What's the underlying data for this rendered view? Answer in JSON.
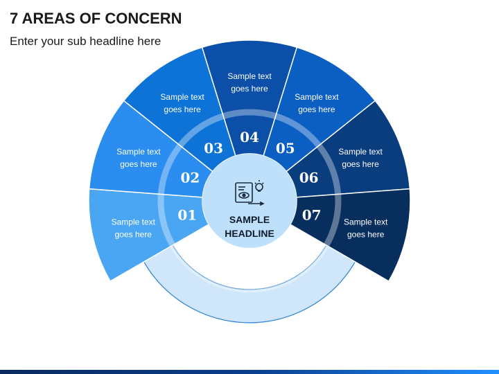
{
  "header": {
    "title": "7 AREAS OF CONCERN",
    "subtitle": "Enter your sub headline here"
  },
  "center": {
    "line1": "SAMPLE",
    "line2": "HEADLINE",
    "icon": "document-eye-lightbulb-icon"
  },
  "segments": [
    {
      "number": "01",
      "line1": "Sample text",
      "line2": "goes here",
      "color": "#4aa6f2"
    },
    {
      "number": "02",
      "line1": "Sample text",
      "line2": "goes here",
      "color": "#2b8df0"
    },
    {
      "number": "03",
      "line1": "Sample text",
      "line2": "goes here",
      "color": "#0e73d6"
    },
    {
      "number": "04",
      "line1": "Sample text",
      "line2": "goes here",
      "color": "#0b4fa8"
    },
    {
      "number": "05",
      "line1": "Sample text",
      "line2": "goes here",
      "color": "#0b5ec2"
    },
    {
      "number": "06",
      "line1": "Sample text",
      "line2": "goes here",
      "color": "#0a3d7e"
    },
    {
      "number": "07",
      "line1": "Sample text",
      "line2": "goes here",
      "color": "#082e5e"
    }
  ],
  "colors": {
    "ring": "#cfe6fb",
    "ring_stroke": "#2b7fd4",
    "center_fill": "#bfe0fb"
  }
}
